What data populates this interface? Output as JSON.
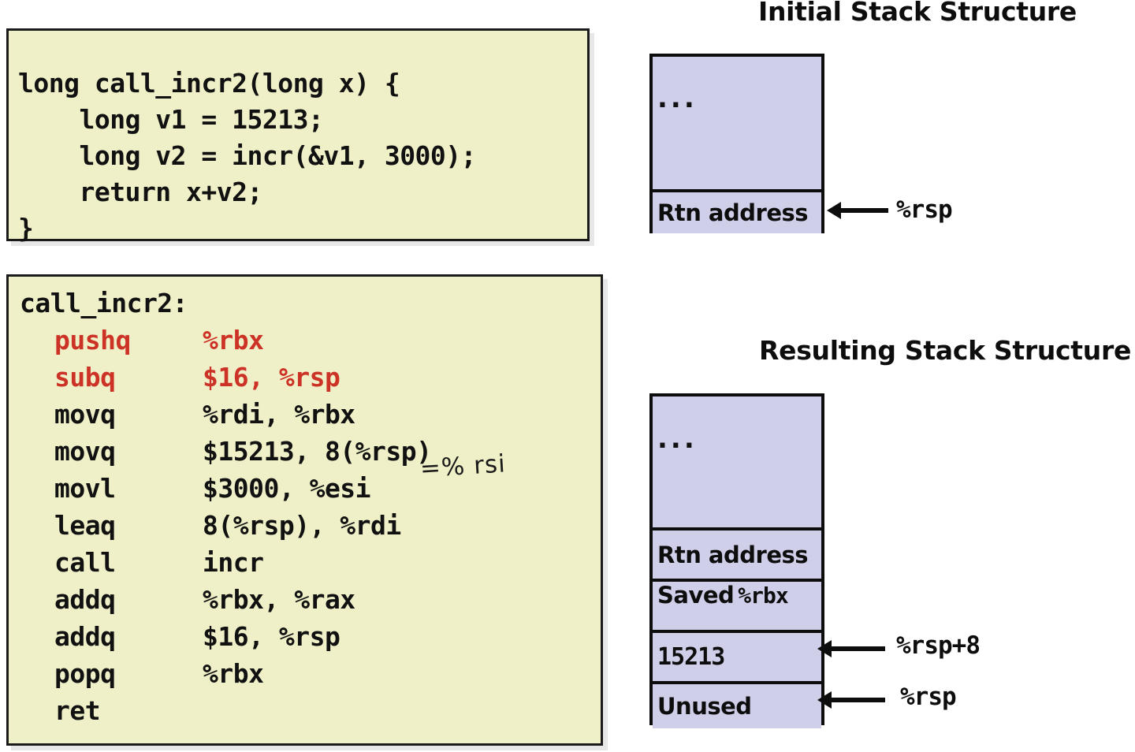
{
  "c_source": {
    "lines": [
      "long call_incr2(long x) {",
      "    long v1 = 15213;",
      "    long v2 = incr(&v1, 3000);",
      "    return x+v2;",
      "}"
    ]
  },
  "assembly": {
    "label": "call_incr2:",
    "instructions": [
      {
        "mnemonic": "pushq",
        "operands": "%rbx",
        "color": "#cc3326",
        "highlighted": true
      },
      {
        "mnemonic": "subq",
        "operands": "$16, %rsp",
        "color": "#cc3326",
        "highlighted": true
      },
      {
        "mnemonic": "movq",
        "operands": "%rdi, %rbx",
        "color": "#111111",
        "highlighted": false
      },
      {
        "mnemonic": "movq",
        "operands": "$15213, 8(%rsp)",
        "color": "#111111",
        "highlighted": false
      },
      {
        "mnemonic": "movl",
        "operands": "$3000, %esi",
        "color": "#111111",
        "highlighted": false
      },
      {
        "mnemonic": "leaq",
        "operands": "8(%rsp), %rdi",
        "color": "#111111",
        "highlighted": false
      },
      {
        "mnemonic": "call",
        "operands": "incr",
        "color": "#111111",
        "highlighted": false
      },
      {
        "mnemonic": "addq",
        "operands": "%rbx, %rax",
        "color": "#111111",
        "highlighted": false
      },
      {
        "mnemonic": "addq",
        "operands": "$16, %rsp",
        "color": "#111111",
        "highlighted": false
      },
      {
        "mnemonic": "popq",
        "operands": "%rbx",
        "color": "#111111",
        "highlighted": false
      },
      {
        "mnemonic": "ret",
        "operands": "",
        "color": "#111111",
        "highlighted": false
      }
    ],
    "annotation": "=% rsi"
  },
  "initial_stack": {
    "title": "Initial Stack Structure",
    "cells": [
      {
        "text": "...",
        "type": "ellipsis"
      },
      {
        "text": "Rtn address",
        "type": "label"
      }
    ],
    "pointers": [
      {
        "label": "%rsp",
        "target": "Rtn address"
      }
    ]
  },
  "resulting_stack": {
    "title": "Resulting Stack Structure",
    "cells": [
      {
        "text": "...",
        "type": "ellipsis"
      },
      {
        "text": "Rtn address",
        "type": "label"
      },
      {
        "text": "Saved ",
        "mono_suffix": "%rbx",
        "type": "mixed"
      },
      {
        "text": "15213",
        "type": "mono"
      },
      {
        "text": "Unused",
        "type": "label"
      }
    ],
    "pointers": [
      {
        "label": "%rsp+8",
        "target": "15213"
      },
      {
        "label": "%rsp",
        "target": "Unused"
      }
    ]
  },
  "colors": {
    "code_background": "#f0f0c8",
    "code_border": "#1a1a1a",
    "stack_fill": "#cfcfea",
    "stack_border": "#0d0d0d",
    "highlight_red": "#cc3326",
    "text_black": "#111111"
  }
}
